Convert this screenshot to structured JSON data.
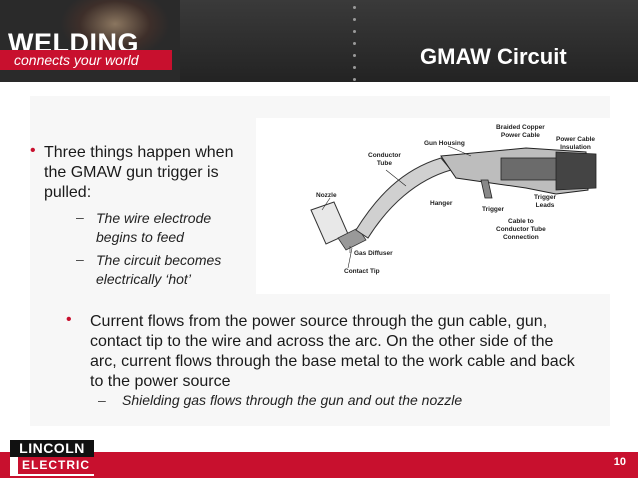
{
  "header": {
    "brand": "WELDING",
    "tagline": "connects your world",
    "title": "GMAW  Circuit"
  },
  "bullets": {
    "main1": "Three things happen when the GMAW gun trigger is pulled:",
    "sub1": "The wire electrode begins to feed",
    "sub2": "The circuit becomes electrically ‘hot’",
    "main2": "Current flows from the power source through the gun cable, gun, contact tip to the wire and across the arc.  On the other side of the arc, current flows through the base metal to the work cable and back to the power source",
    "sub3": "Shielding gas flows through the gun and out the nozzle"
  },
  "diagram": {
    "labels": {
      "braided": "Braided Copper\nPower Cable",
      "power_cable": "Power Cable\nInsulation",
      "gun_housing": "Gun Housing",
      "conductor_tube": "Conductor\nTube",
      "nozzle": "Nozzle",
      "hanger": "Hanger",
      "trigger": "Trigger",
      "trigger_leads": "Trigger\nLeads",
      "cable_conductor": "Cable to\nConductor Tube\nConnection",
      "gas_diffuser": "Gas Diffuser",
      "contact_tip": "Contact Tip"
    }
  },
  "footer": {
    "logo_top": "LINCOLN",
    "logo_bottom": "ELECTRIC",
    "page": "10"
  },
  "colors": {
    "brand_red": "#c8102e",
    "header_dark": "#2a2a2a"
  }
}
